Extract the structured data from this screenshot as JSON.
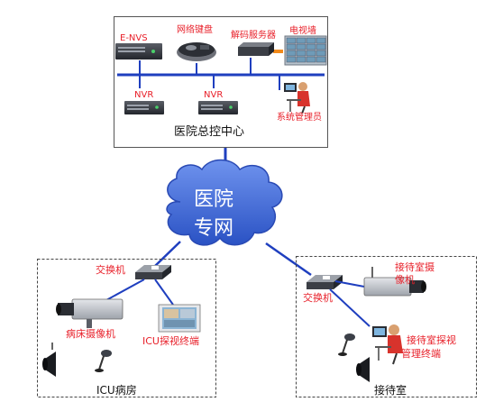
{
  "center": {
    "title": "医院总控中心",
    "devices": {
      "envs": "E-NVS",
      "keyboard": "网络键盘",
      "decoder": "解码服务器",
      "tvwall": "电视墙",
      "nvr1": "NVR",
      "nvr2": "NVR",
      "admin": "系统管理员"
    }
  },
  "cloud": {
    "line1": "医院",
    "line2": "专网"
  },
  "icu": {
    "title": "ICU病房",
    "switch": "交换机",
    "camera": "病床摄像机",
    "terminal": "ICU探视终端"
  },
  "reception": {
    "title": "接待室",
    "switch": "交换机",
    "camera_l1": "接待室摄",
    "camera_l2": "像机",
    "terminal_l1": "接待室探视",
    "terminal_l2": "管理终端"
  },
  "colors": {
    "network_line": "#1f3fbf",
    "label_red": "#e8202a",
    "cloud_fill": "#3a66d6",
    "box_border": "#555555"
  }
}
